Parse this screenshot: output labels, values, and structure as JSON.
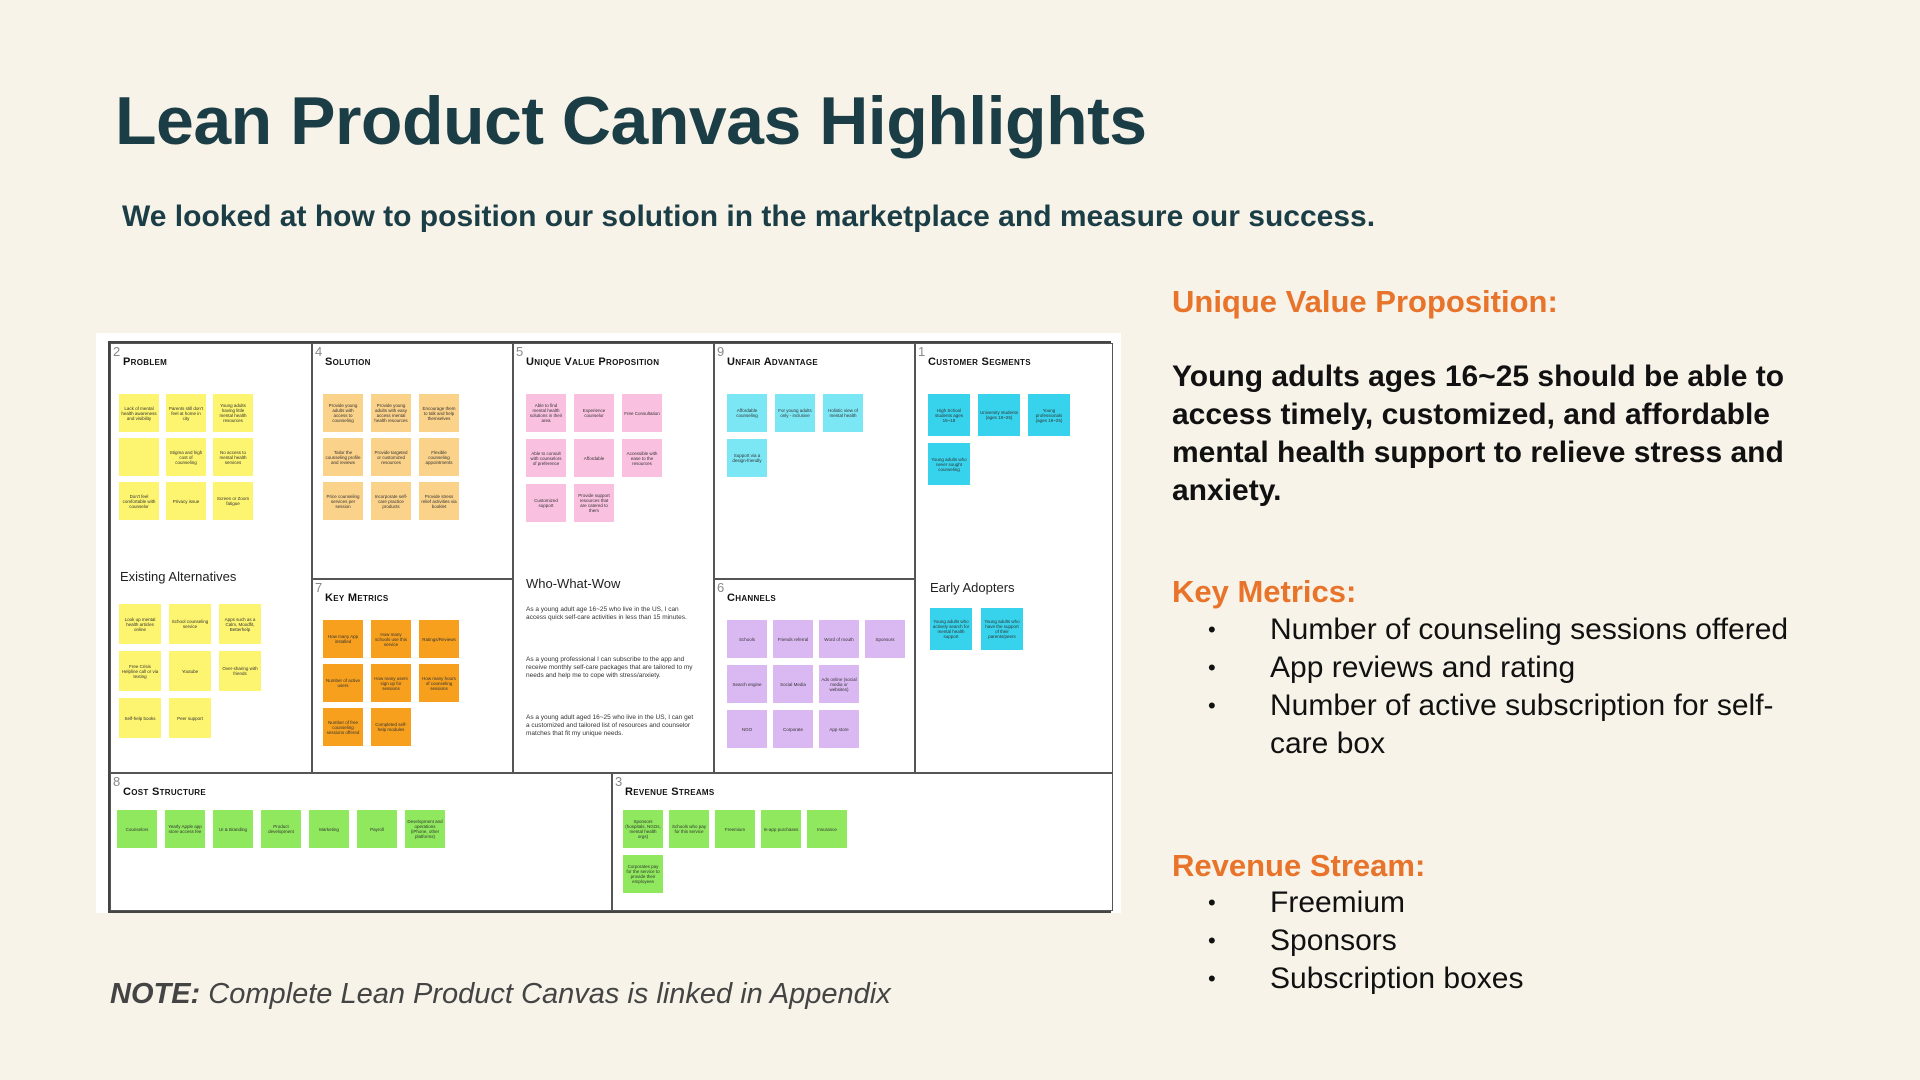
{
  "title": "Lean Product Canvas Highlights",
  "subtitle": "We looked at how to position our solution in the marketplace and measure our success.",
  "note": {
    "bold": "NOTE:",
    "text": " Complete Lean Product Canvas is linked in Appendix"
  },
  "canvas": {
    "problem": {
      "num": "2",
      "heading": "Problem",
      "notes": [
        "Lack of mental health awareness and visibility",
        "Parents still don't feel at home in city",
        "Young adults having little mental health resources",
        "",
        "Stigma and high cost of counseling",
        "No access to mental health services",
        "Don't feel comfortable with counselor",
        "Privacy issue",
        "Screen or Zoom fatigue"
      ],
      "alt_heading": "Existing Alternatives",
      "alt_notes": [
        "Look up mental health articles online",
        "School counseling service",
        "Apps such as a Calm, Moodfit, Betterhelp",
        "Free Crisis Helpline call or via texting",
        "Youtube",
        "Over-sharing with friends",
        "Self-help books",
        "Peer support"
      ]
    },
    "solution": {
      "num": "4",
      "heading": "Solution",
      "notes": [
        "Provide young adults with access to counseling",
        "Provide young adults with easy access mental health resources",
        "Encourage them to talk and help themselves",
        "Tailor the counseling profile and reviews",
        "Provide targeted or customized resources",
        "Flexible counseling appointments",
        "Price counseling services per session",
        "Incorporate self-care practice products",
        "Provide stress relief activities via booklet"
      ]
    },
    "key_metrics": {
      "num": "7",
      "heading": "Key Metrics",
      "notes": [
        "How many App installed",
        "How many schools use this service",
        "Ratings/Reviews",
        "Number of active users",
        "How many users sign up for sessions",
        "How many hours of counseling sessions",
        "Number of free counseling sessions offered",
        "Completed self-help modules"
      ]
    },
    "uvp": {
      "num": "5",
      "heading": "Unique Value Proposition",
      "notes": [
        "Able to find mental health solutions in their area",
        "Experience counselor",
        "Free Consultation",
        "Able to consult with counselors of preference",
        "Affordable",
        "Accessible with ease to the resources",
        "Customized support",
        "Provide support resources that are catered to them",
        ""
      ],
      "wow_heading": "Who-What-Wow",
      "wow_texts": [
        "As a young adult age 16~25 who live in the US, I can access quick self-care activities in less than 15 minutes.",
        "As a young professional I can subscribe to the app and receive monthly self-care packages that are tailored to my needs and help me to cope with stress/anxiety.",
        "As a young adult aged 16~25 who live in the US, I can get a customized and tailored list of resources and counselor matches that fit my unique needs."
      ]
    },
    "unfair": {
      "num": "9",
      "heading": "Unfair Advantage",
      "notes": [
        "Affordable counseling",
        "For young adults only - inclusive",
        "Holistic view of mental health",
        "Support via a design-friendly"
      ]
    },
    "channels": {
      "num": "6",
      "heading": "Channels",
      "notes": [
        "Schools",
        "Friends referral",
        "Word of mouth",
        "Sponsors",
        "Search engine",
        "Social Media",
        "Ads online (social media or websites)",
        "NGO",
        "Corporate",
        "App store"
      ]
    },
    "segments": {
      "num": "1",
      "heading": "Customer Segments",
      "notes": [
        "High School students ages 16~18",
        "University students (ages 18~25)",
        "Young professionals (ages 18~25)",
        "Young adults who never sought counseling"
      ],
      "early_heading": "Early Adopters",
      "early_notes": [
        "Young adults who actively search for mental health support",
        "Young adults who have the support of their parents/peers"
      ]
    },
    "cost": {
      "num": "8",
      "heading": "Cost Structure",
      "notes": [
        "Counselors",
        "Yearly Apple app store access fee",
        "UI & Branding",
        "Product development",
        "Marketing",
        "Payroll",
        "Development and operations (iPhone, other platforms)"
      ]
    },
    "revenue": {
      "num": "3",
      "heading": "Revenue Streams",
      "notes": [
        "Sponsors (hospitals, NGOs, mental health orgs)",
        "Schools who pay for this service",
        "Freemium",
        "In-app purchases",
        "Insurance",
        "Corporates pay for the service to provide their employees"
      ]
    }
  },
  "right": {
    "uvp_heading": "Unique Value Proposition:",
    "uvp_text": "Young adults ages 16~25 should be able to access timely, customized, and affordable mental health support to relieve stress and anxiety.",
    "metrics_heading": "Key Metrics:",
    "metrics": [
      "Number of counseling sessions offered",
      "App reviews and rating",
      "Number of active subscription for self-care box"
    ],
    "revenue_heading": "Revenue Stream:",
    "revenue": [
      "Freemium",
      "Sponsors",
      "Subscription boxes"
    ]
  },
  "colors": {
    "yellow": "#fdf46f",
    "peach": "#fbd28a",
    "orange": "#f7a01e",
    "pink": "#f9c0df",
    "cyan": "#37d3ec",
    "cyan_light": "#7be6f4",
    "lavender": "#dab8f2",
    "green": "#8fe85d",
    "heading_accent": "#e8732a"
  }
}
